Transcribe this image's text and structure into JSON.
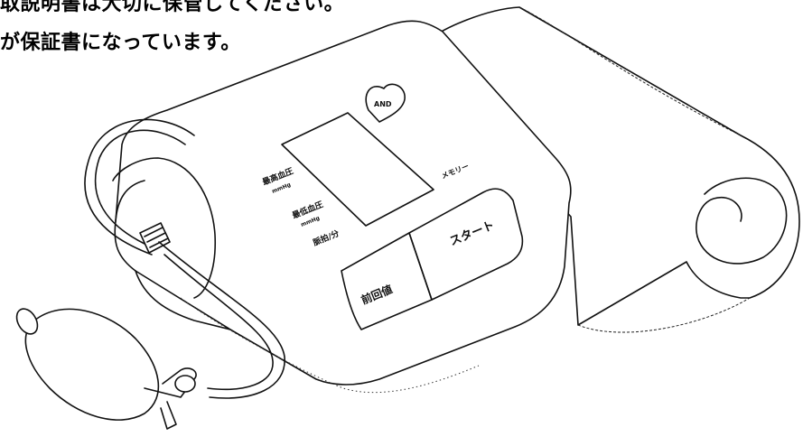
{
  "caption": {
    "line1": "取説明書は大切に保管してください。",
    "line2": "が保証書になっています。"
  },
  "device": {
    "label_systolic": "最高血圧",
    "label_systolic_unit": "mmHg",
    "label_diastolic": "最低血圧",
    "label_diastolic_unit": "mmHg",
    "label_pulse": "脈拍/分",
    "label_memory": "メモリー",
    "button_start": "スタート",
    "button_previous": "前回値",
    "logo_text": "AND"
  }
}
